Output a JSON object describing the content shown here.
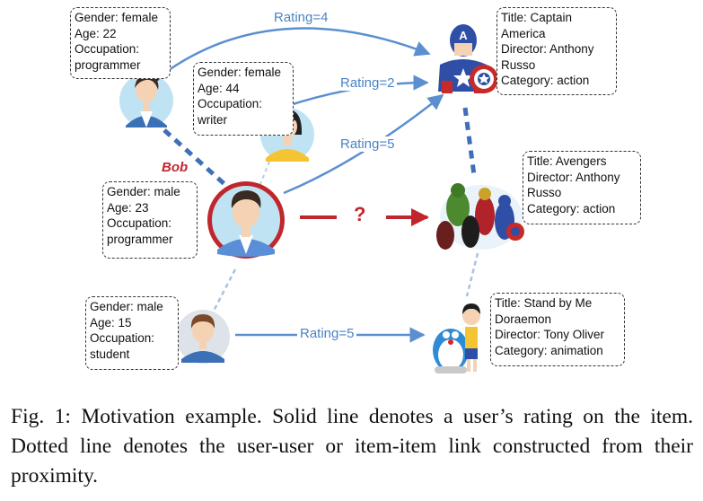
{
  "users": {
    "programmer_female": {
      "gender": "Gender: female",
      "age": "Age: 22",
      "occupation_label": "Occupation:",
      "occupation_value": "programmer"
    },
    "writer_female": {
      "gender": "Gender: female",
      "age": "Age: 44",
      "occupation_label": "Occupation:",
      "occupation_value": "writer"
    },
    "bob": {
      "name": "Bob",
      "gender": "Gender: male",
      "age": "Age: 23",
      "occupation_label": "Occupation:",
      "occupation_value": "programmer"
    },
    "student_male": {
      "gender": "Gender: male",
      "age": "Age: 15",
      "occupation_label": "Occupation:",
      "occupation_value": "student"
    }
  },
  "items": {
    "captain_america": {
      "lines": [
        "Title: Captain",
        "America",
        "Director: Anthony",
        "Russo",
        "Category: action"
      ]
    },
    "avengers": {
      "lines": [
        "Title: Avengers",
        "Director: Anthony",
        "Russo",
        "Category: action"
      ]
    },
    "stand_by_me": {
      "lines": [
        "Title: Stand by Me",
        "Doraemon",
        "Director: Tony Oliver",
        "Category: animation"
      ]
    }
  },
  "ratings": {
    "female_programmer_captain": "Rating=4",
    "writer_captain": "Rating=2",
    "bob_captain": "Rating=5",
    "student_doraemon": "Rating=5"
  },
  "prediction_mark": "?",
  "caption": "Fig. 1: Motivation example. Solid line denotes a user’s rating on the item. Dotted line denotes the user-user or item-item link constructed from their proximity.",
  "colors": {
    "rating_line": "#5b8fd0",
    "similarity_line": "#4a77c0",
    "bob_highlight": "#c0272d",
    "skin": "#f6d2b4",
    "shirt_blue": "#5a8fd8"
  }
}
